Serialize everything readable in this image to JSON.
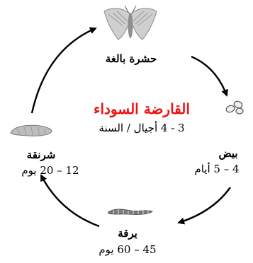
{
  "title": "القارضة السوداء",
  "generations": "3 - 4 أجيال / السنة",
  "stages": {
    "adult": {
      "name": "حشرة بالغة"
    },
    "egg": {
      "name": "بيض",
      "duration": "4 – 5 أيام"
    },
    "larva": {
      "name": "يرقة",
      "duration": "45 – 60 يوم"
    },
    "pupa": {
      "name": "شرنقة",
      "duration": "12 – 20 يوم"
    }
  },
  "colors": {
    "title": "#ee1111",
    "text": "#000000",
    "arrow": "#000000"
  },
  "icons": [
    "moth-image",
    "eggs-image",
    "caterpillar-image",
    "pupa-image"
  ]
}
